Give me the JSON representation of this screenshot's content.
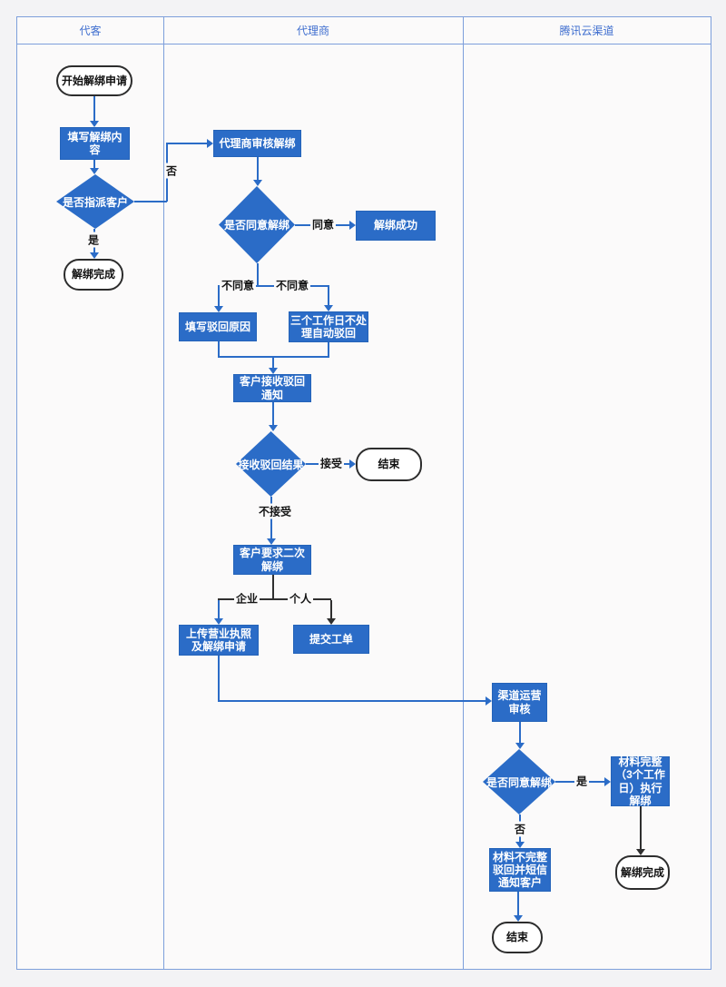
{
  "lanes": [
    "代客",
    "代理商",
    "腾讯云渠道"
  ],
  "colors": {
    "node_fill": "#2b6cc7",
    "node_border": "#2463b9",
    "lane_border": "#7d9fdb",
    "header_text": "#3f6ecf",
    "connector_blue": "#2b6cc7",
    "connector_black": "#2f2f2f",
    "canvas_bg": "#f3f3f5",
    "lane_bg": "#fbfafa"
  },
  "nodes": {
    "start": "开始解绑申请",
    "fill_content": "填写解绑内\n容",
    "assign_decision": "是否指派客户",
    "unbind_done_agent": "解绑完成",
    "agent_review": "代理商审核解绑",
    "agree_decision": "是否同意解绑",
    "unbind_success": "解绑成功",
    "reject_reason": "填写驳回原因",
    "auto_reject": "三个工作日不处\n理自动驳回",
    "notify_reject": "客户接收驳回\n通知",
    "receive_result": "接收驳回结果",
    "end_agent": "结束",
    "second_unbind": "客户要求二次\n解绑",
    "upload_license": "上传营业执照\n及解绑申请",
    "submit_ticket": "提交工单",
    "channel_review": "渠道运营\n审核",
    "channel_decision": "是否同意解绑",
    "exec_unbind": "材料完整\n（3个工作\n日）执行\n解绑",
    "incomplete_reject": "材料不完整\n驳回并短信\n通知客户",
    "end_channel": "结束",
    "unbind_done_channel": "解绑完成"
  },
  "edges": {
    "yes_assign": "是",
    "no_assign": "否",
    "agree": "同意",
    "disagree_left": "不同意",
    "disagree_right": "不同意",
    "accept": "接受",
    "not_accept": "不接受",
    "enterprise": "企业",
    "personal": "个人",
    "yes_channel": "是",
    "no_channel": "否"
  }
}
